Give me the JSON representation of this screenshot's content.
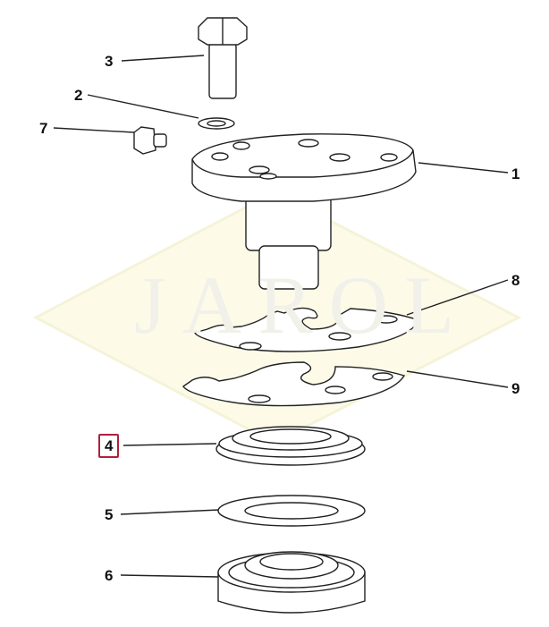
{
  "watermark": "JAROL",
  "colors": {
    "highlight": "#b0203c",
    "watermark_fill": "#fdfbe6"
  },
  "callouts": [
    {
      "number": "1",
      "part": "flange"
    },
    {
      "number": "2",
      "part": "lock-washer"
    },
    {
      "number": "3",
      "part": "bolt"
    },
    {
      "number": "4",
      "part": "seal",
      "selected": true
    },
    {
      "number": "5",
      "part": "washer"
    },
    {
      "number": "6",
      "part": "bearing"
    },
    {
      "number": "7",
      "part": "grease-nipple"
    },
    {
      "number": "8",
      "part": "gasket-upper"
    },
    {
      "number": "9",
      "part": "gasket-lower"
    }
  ]
}
